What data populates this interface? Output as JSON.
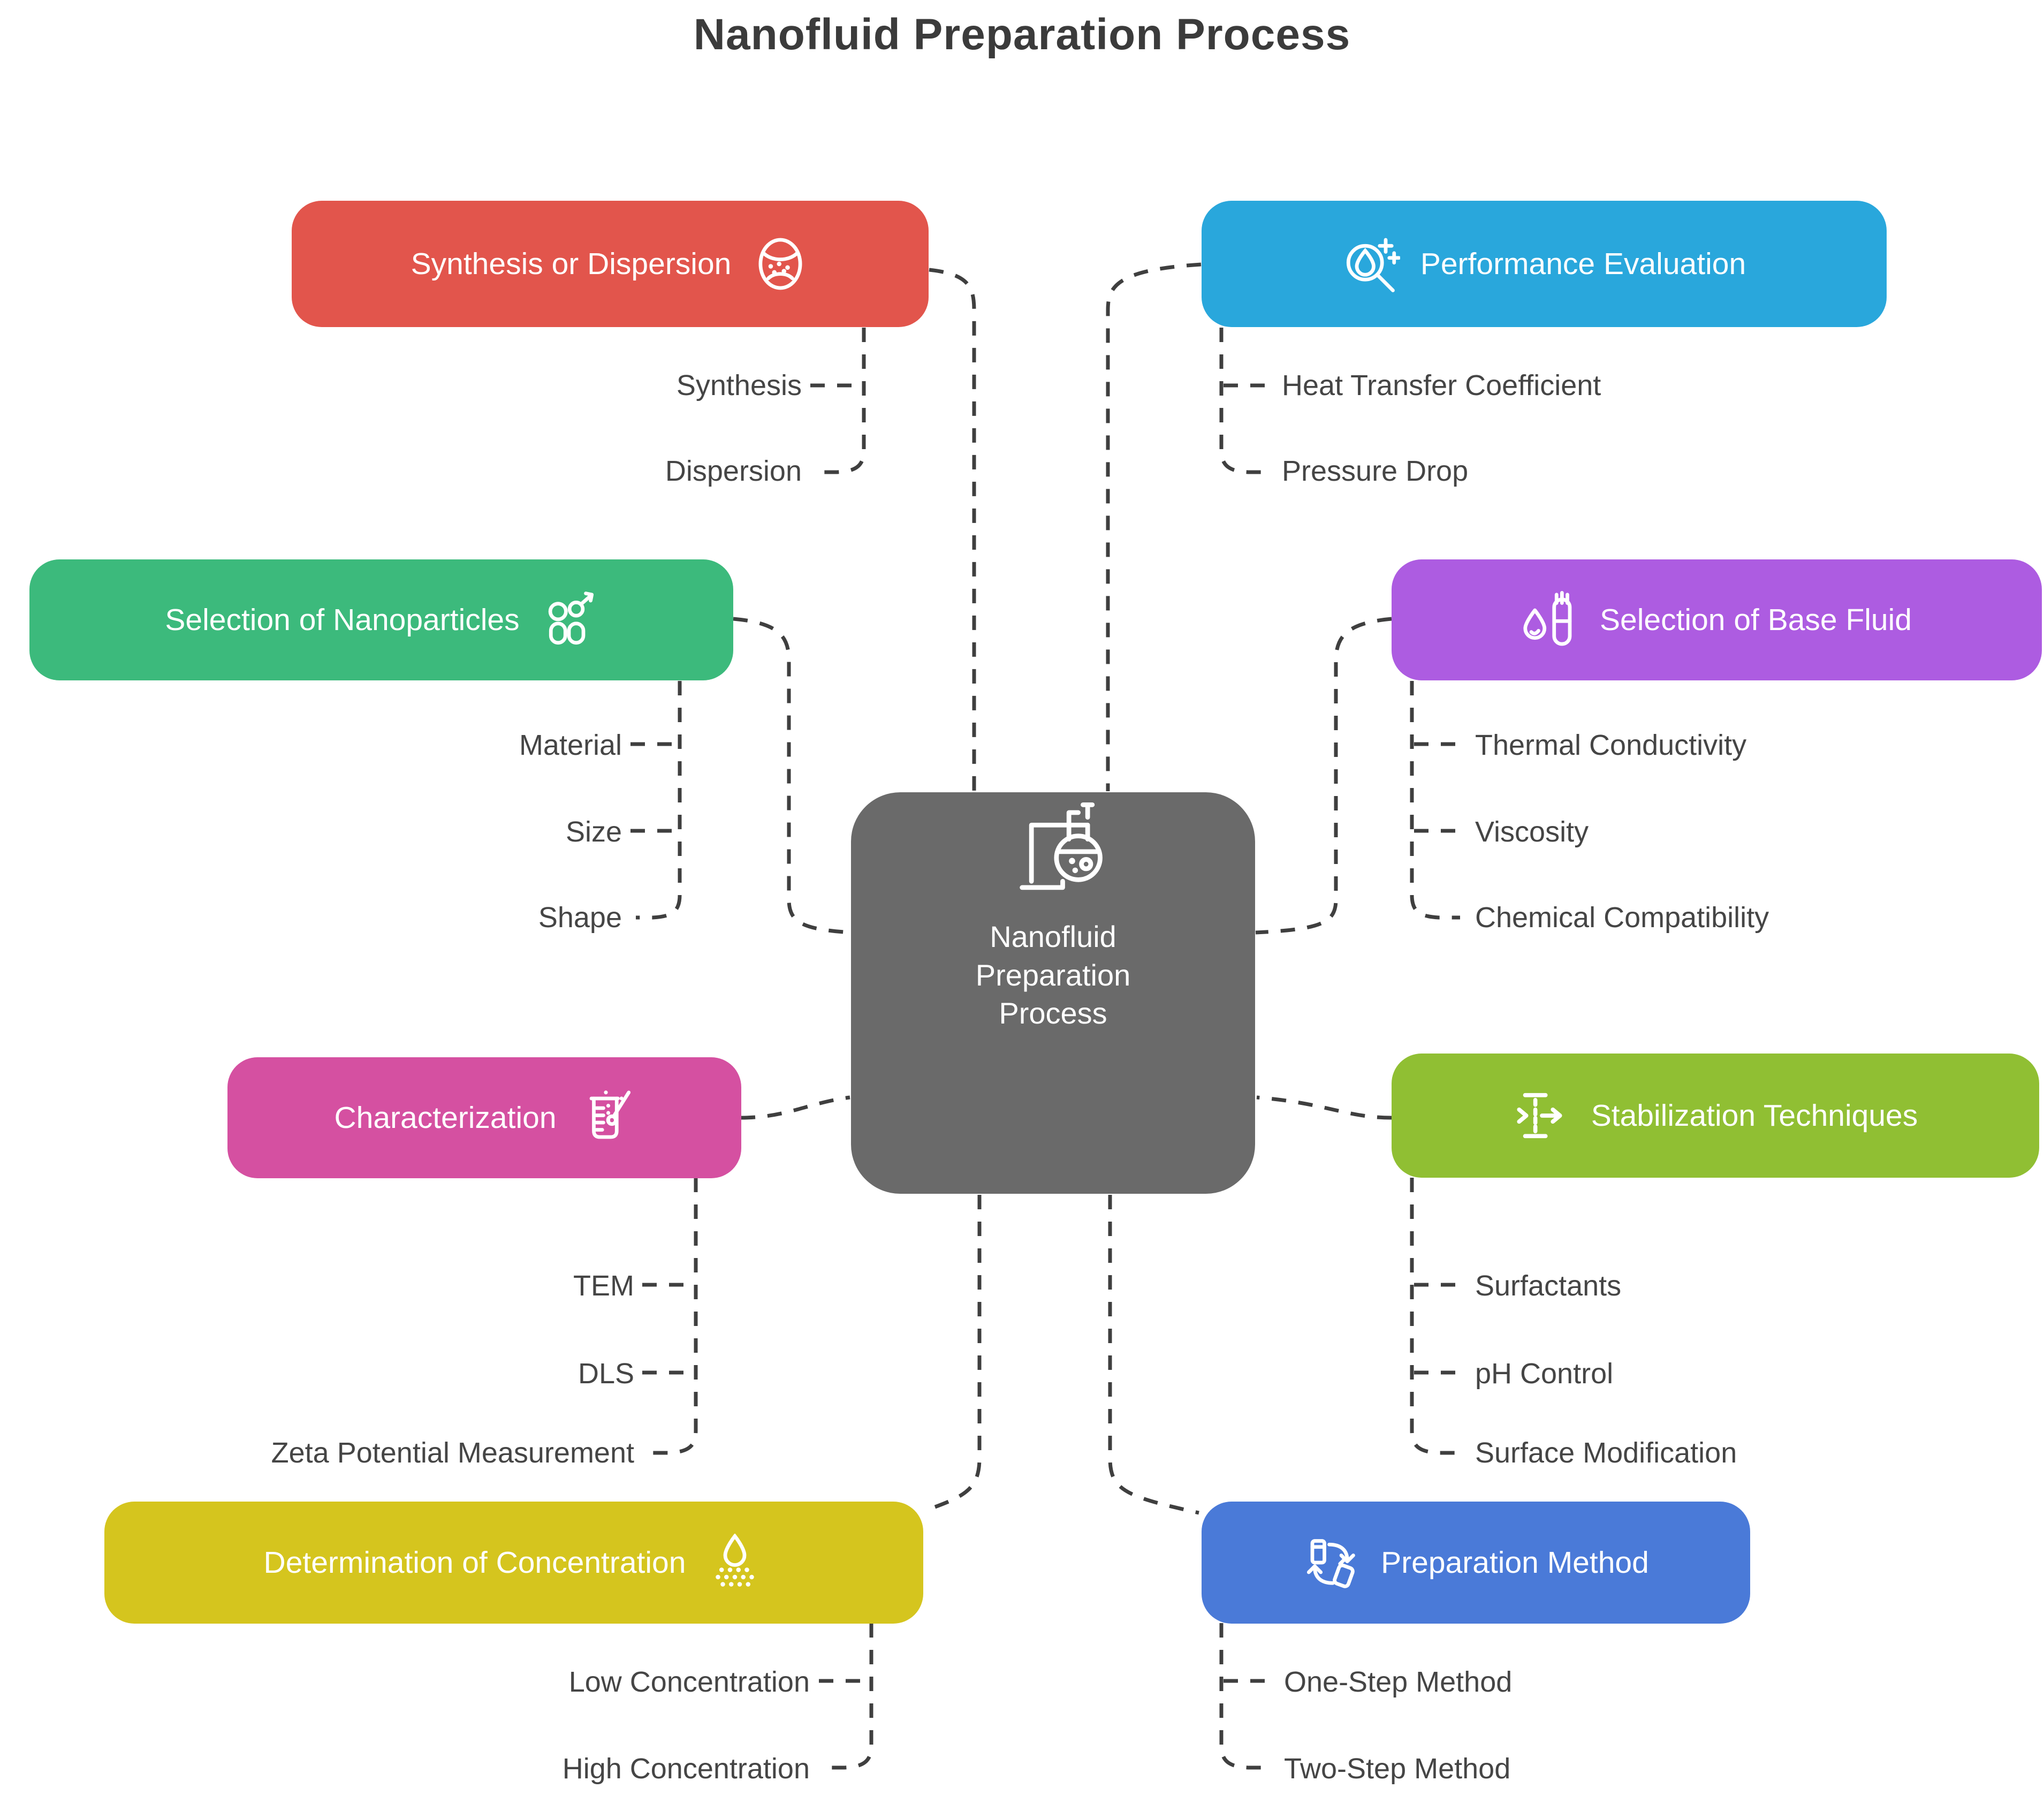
{
  "title": "Nanofluid Preparation Process",
  "colors": {
    "connector": "#3f3f3f",
    "title_text": "#3b3b3b",
    "child_text": "#454545",
    "center": "#6a6a6a",
    "icon_stroke": "#ffffff"
  },
  "center": {
    "label": "Nanofluid Preparation Process",
    "line1": "Nanofluid",
    "line2": "Preparation",
    "line3": "Process",
    "icon": "flask-stand-icon",
    "color": "#6a6a6a"
  },
  "branches": [
    {
      "label": "Synthesis or Dispersion",
      "color": "#e2554c",
      "icon": "dispersion-icon",
      "children": [
        "Synthesis",
        "Dispersion"
      ]
    },
    {
      "label": "Performance Evaluation",
      "color": "#29a7dc",
      "icon": "droplet-magnifier-icon",
      "children": [
        "Heat Transfer Coefficient",
        "Pressure Drop"
      ]
    },
    {
      "label": "Selection of Nanoparticles",
      "color": "#3cba7c",
      "icon": "nanoparticle-cluster-icon",
      "children": [
        "Material",
        "Size",
        "Shape"
      ]
    },
    {
      "label": "Selection of Base Fluid",
      "color": "#ad5ce1",
      "icon": "droplet-testtube-icon",
      "children": [
        "Thermal Conductivity",
        "Viscosity",
        "Chemical Compatibility"
      ]
    },
    {
      "label": "Characterization",
      "color": "#d550a1",
      "icon": "beaker-rod-icon",
      "children": [
        "TEM",
        "DLS",
        "Zeta Potential Measurement"
      ]
    },
    {
      "label": "Stabilization Techniques",
      "color": "#90bf33",
      "icon": "filter-arrow-icon",
      "children": [
        "Surfactants",
        "pH Control",
        "Surface Modification"
      ]
    },
    {
      "label": "Determination of Concentration",
      "color": "#d5c51e",
      "icon": "droplet-scatter-icon",
      "children": [
        "Low Concentration",
        "High Concentration"
      ]
    },
    {
      "label": "Preparation Method",
      "color": "#4a7ad8",
      "icon": "cycle-arrows-icon",
      "children": [
        "One-Step Method",
        "Two-Step Method"
      ]
    }
  ]
}
